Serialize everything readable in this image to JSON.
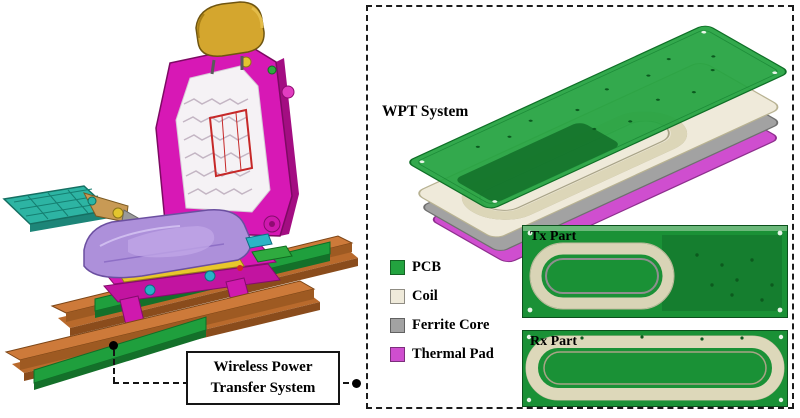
{
  "figure": {
    "callout": {
      "line1": "Wireless Power",
      "line2": "Transfer System"
    },
    "panel": {
      "title": "WPT System",
      "legend": [
        {
          "label": "PCB",
          "color": "#23a33f"
        },
        {
          "label": "Coil",
          "color": "#efeada"
        },
        {
          "label": "Ferrite Core",
          "color": "#a2a2a2"
        },
        {
          "label": "Thermal Pad",
          "color": "#cf4ecf"
        }
      ],
      "tx_label": "Tx Part",
      "rx_label": "Rx Part"
    },
    "colors": {
      "pcb_green": "#23a33f",
      "pcb_green_dark": "#137029",
      "coil_cream": "#efeada",
      "ferrite_gray": "#a2a2a2",
      "thermal_magenta": "#cf4ecf",
      "rail_orange": "#cd7a3a",
      "strip_green": "#1f9f3d",
      "seat_frame_magenta": "#d718b5",
      "cushion_purple": "#ad90da",
      "headrest_gold": "#d4a62e",
      "footrest_teal": "#2db4a3"
    }
  }
}
